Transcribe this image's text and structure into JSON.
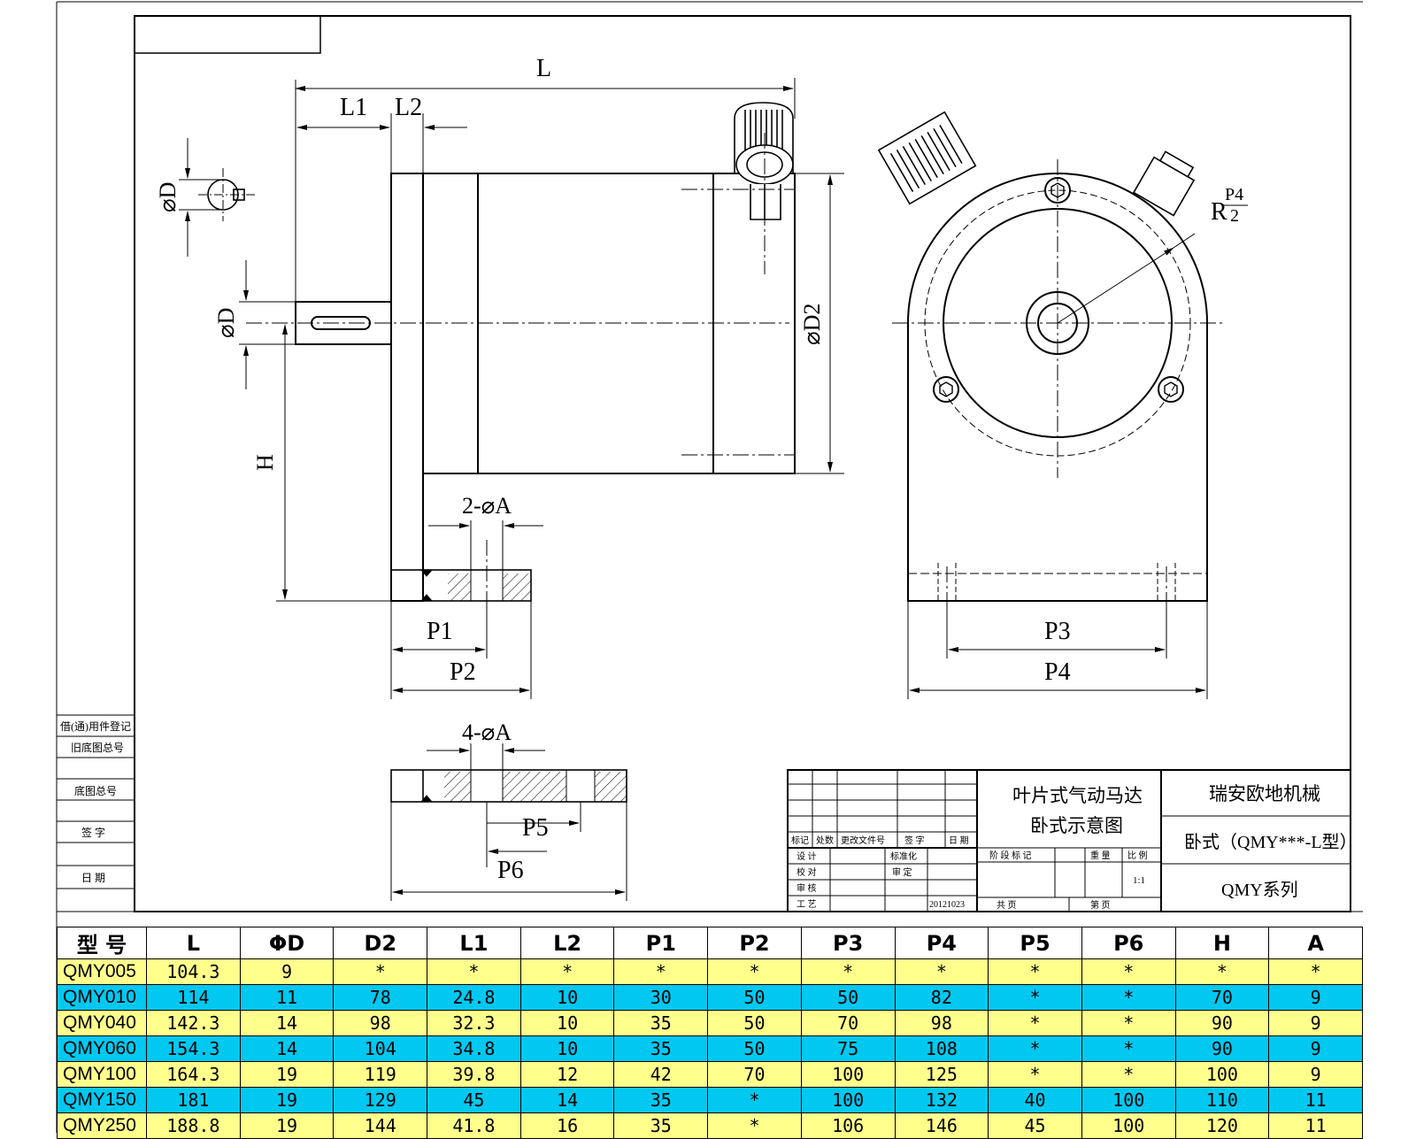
{
  "labels": {
    "L": "L",
    "L1": "L1",
    "L2": "L2",
    "D": "⌀D",
    "D_key": "⌀D",
    "D2": "⌀D2",
    "H": "H",
    "hole2": "2-⌀A",
    "hole4": "4-⌀A",
    "P1": "P1",
    "P2": "P2",
    "P3": "P3",
    "P4": "P4",
    "P5": "P5",
    "P6": "P6",
    "R": "R",
    "R_num": "P4",
    "R_den": "2"
  },
  "side_block": [
    "借(通)用件登记",
    "旧底图总号",
    "底图总号",
    "签 字",
    "日 期"
  ],
  "title_block": {
    "product_line1": "叶片式气动马达",
    "product_line2": "卧式示意图",
    "company": "瑞安欧地机械",
    "model": "卧式（QMY***-L型）",
    "series": "QMY系列",
    "row_labels": [
      "设 计",
      "校 对",
      "审 核",
      "工 艺"
    ],
    "header_cells": [
      "标记",
      "处数",
      "更改文件号",
      "签 字",
      "日 期"
    ],
    "std_labels": [
      "标准化",
      "审 定"
    ],
    "date": "20121023",
    "stage_headers": [
      "阶 段 标 记",
      "重 量",
      "比 例"
    ],
    "scale": "1:1",
    "sheet_labels": [
      "共 页",
      "第 页"
    ]
  },
  "table": {
    "headers": [
      "型 号",
      "L",
      "ΦD",
      "D2",
      "L1",
      "L2",
      "P1",
      "P2",
      "P3",
      "P4",
      "P5",
      "P6",
      "H",
      "A"
    ],
    "rows": [
      [
        "QMY005",
        "104.3",
        "9",
        "*",
        "*",
        "*",
        "*",
        "*",
        "*",
        "*",
        "*",
        "*",
        "*",
        "*"
      ],
      [
        "QMY010",
        "114",
        "11",
        "78",
        "24.8",
        "10",
        "30",
        "50",
        "50",
        "82",
        "*",
        "*",
        "70",
        "9"
      ],
      [
        "QMY040",
        "142.3",
        "14",
        "98",
        "32.3",
        "10",
        "35",
        "50",
        "70",
        "98",
        "*",
        "*",
        "90",
        "9"
      ],
      [
        "QMY060",
        "154.3",
        "14",
        "104",
        "34.8",
        "10",
        "35",
        "50",
        "75",
        "108",
        "*",
        "*",
        "90",
        "9"
      ],
      [
        "QMY100",
        "164.3",
        "19",
        "119",
        "39.8",
        "12",
        "42",
        "70",
        "100",
        "125",
        "*",
        "*",
        "100",
        "9"
      ],
      [
        "QMY150",
        "181",
        "19",
        "129",
        "45",
        "14",
        "35",
        "*",
        "100",
        "132",
        "40",
        "100",
        "110",
        "11"
      ],
      [
        "QMY250",
        "188.8",
        "19",
        "144",
        "41.8",
        "16",
        "35",
        "*",
        "106",
        "146",
        "45",
        "100",
        "120",
        "11"
      ]
    ],
    "row_colors": [
      "#ffff8c",
      "#00c8f0"
    ]
  }
}
